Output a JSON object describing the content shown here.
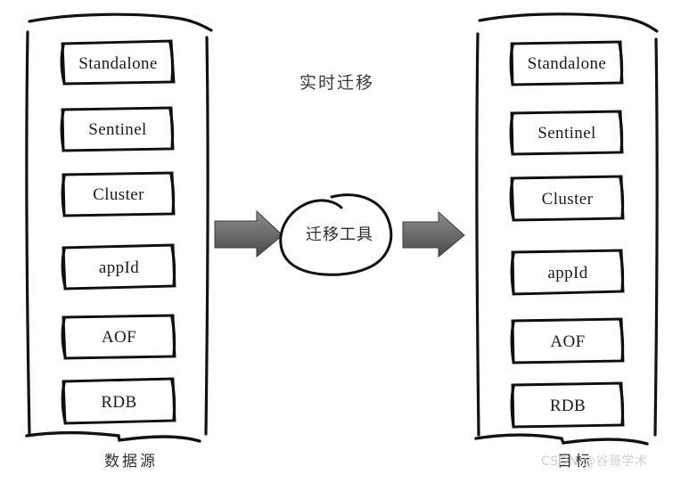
{
  "diagram": {
    "title": "实时迁移",
    "style": "hand-drawn sketch",
    "ink_color": "#111111",
    "arrow_color": "#636363",
    "background": "#ffffff"
  },
  "source_group": {
    "caption": "数据源",
    "items": [
      {
        "label": "Standalone"
      },
      {
        "label": "Sentinel"
      },
      {
        "label": "Cluster"
      },
      {
        "label": "appId"
      },
      {
        "label": "AOF"
      },
      {
        "label": "RDB"
      }
    ]
  },
  "target_group": {
    "caption": "目标",
    "items": [
      {
        "label": "Standalone"
      },
      {
        "label": "Sentinel"
      },
      {
        "label": "Cluster"
      },
      {
        "label": "appId"
      },
      {
        "label": "AOF"
      },
      {
        "label": "RDB"
      }
    ]
  },
  "center": {
    "cloud_label": "迁移工具",
    "left_arrow": "arrow-right",
    "right_arrow": "arrow-right"
  },
  "watermark": {
    "text": "CSDN @谷哥学术"
  }
}
